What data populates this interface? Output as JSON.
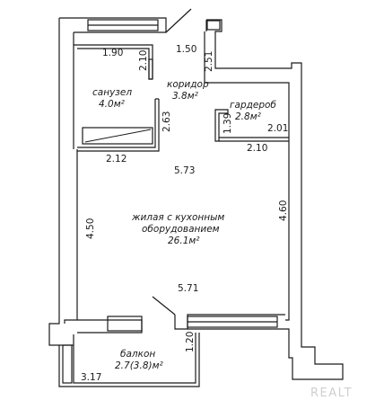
{
  "rooms": {
    "bathroom": {
      "name": "санузел",
      "area": "4.0м²"
    },
    "corridor": {
      "name": "коридор",
      "area": "3.8м²"
    },
    "wardrobe": {
      "name": "гардероб",
      "area": "2.8м²"
    },
    "living": {
      "name_line1": "жилая с кухонным",
      "name_line2": "оборудованием",
      "area": "26.1м²"
    },
    "balcony": {
      "name": "балкон",
      "area": "2.7(3.8)м²"
    }
  },
  "dimensions": {
    "bath_width": "1.90",
    "bath_height_small": "2.10",
    "corridor_width": "1.50",
    "corridor_height": "2.51",
    "bath_height": "2.63",
    "wardrobe_height": "1.39",
    "wardrobe_width_top": "2.01",
    "wardrobe_width_bottom": "2.10",
    "bath_width_bottom": "2.12",
    "living_width_top": "5.73",
    "living_height_left": "4.50",
    "living_height_right": "4.60",
    "living_width_bottom": "5.71",
    "balcony_height": "1.20",
    "balcony_width": "3.17"
  },
  "watermark": "REALT"
}
